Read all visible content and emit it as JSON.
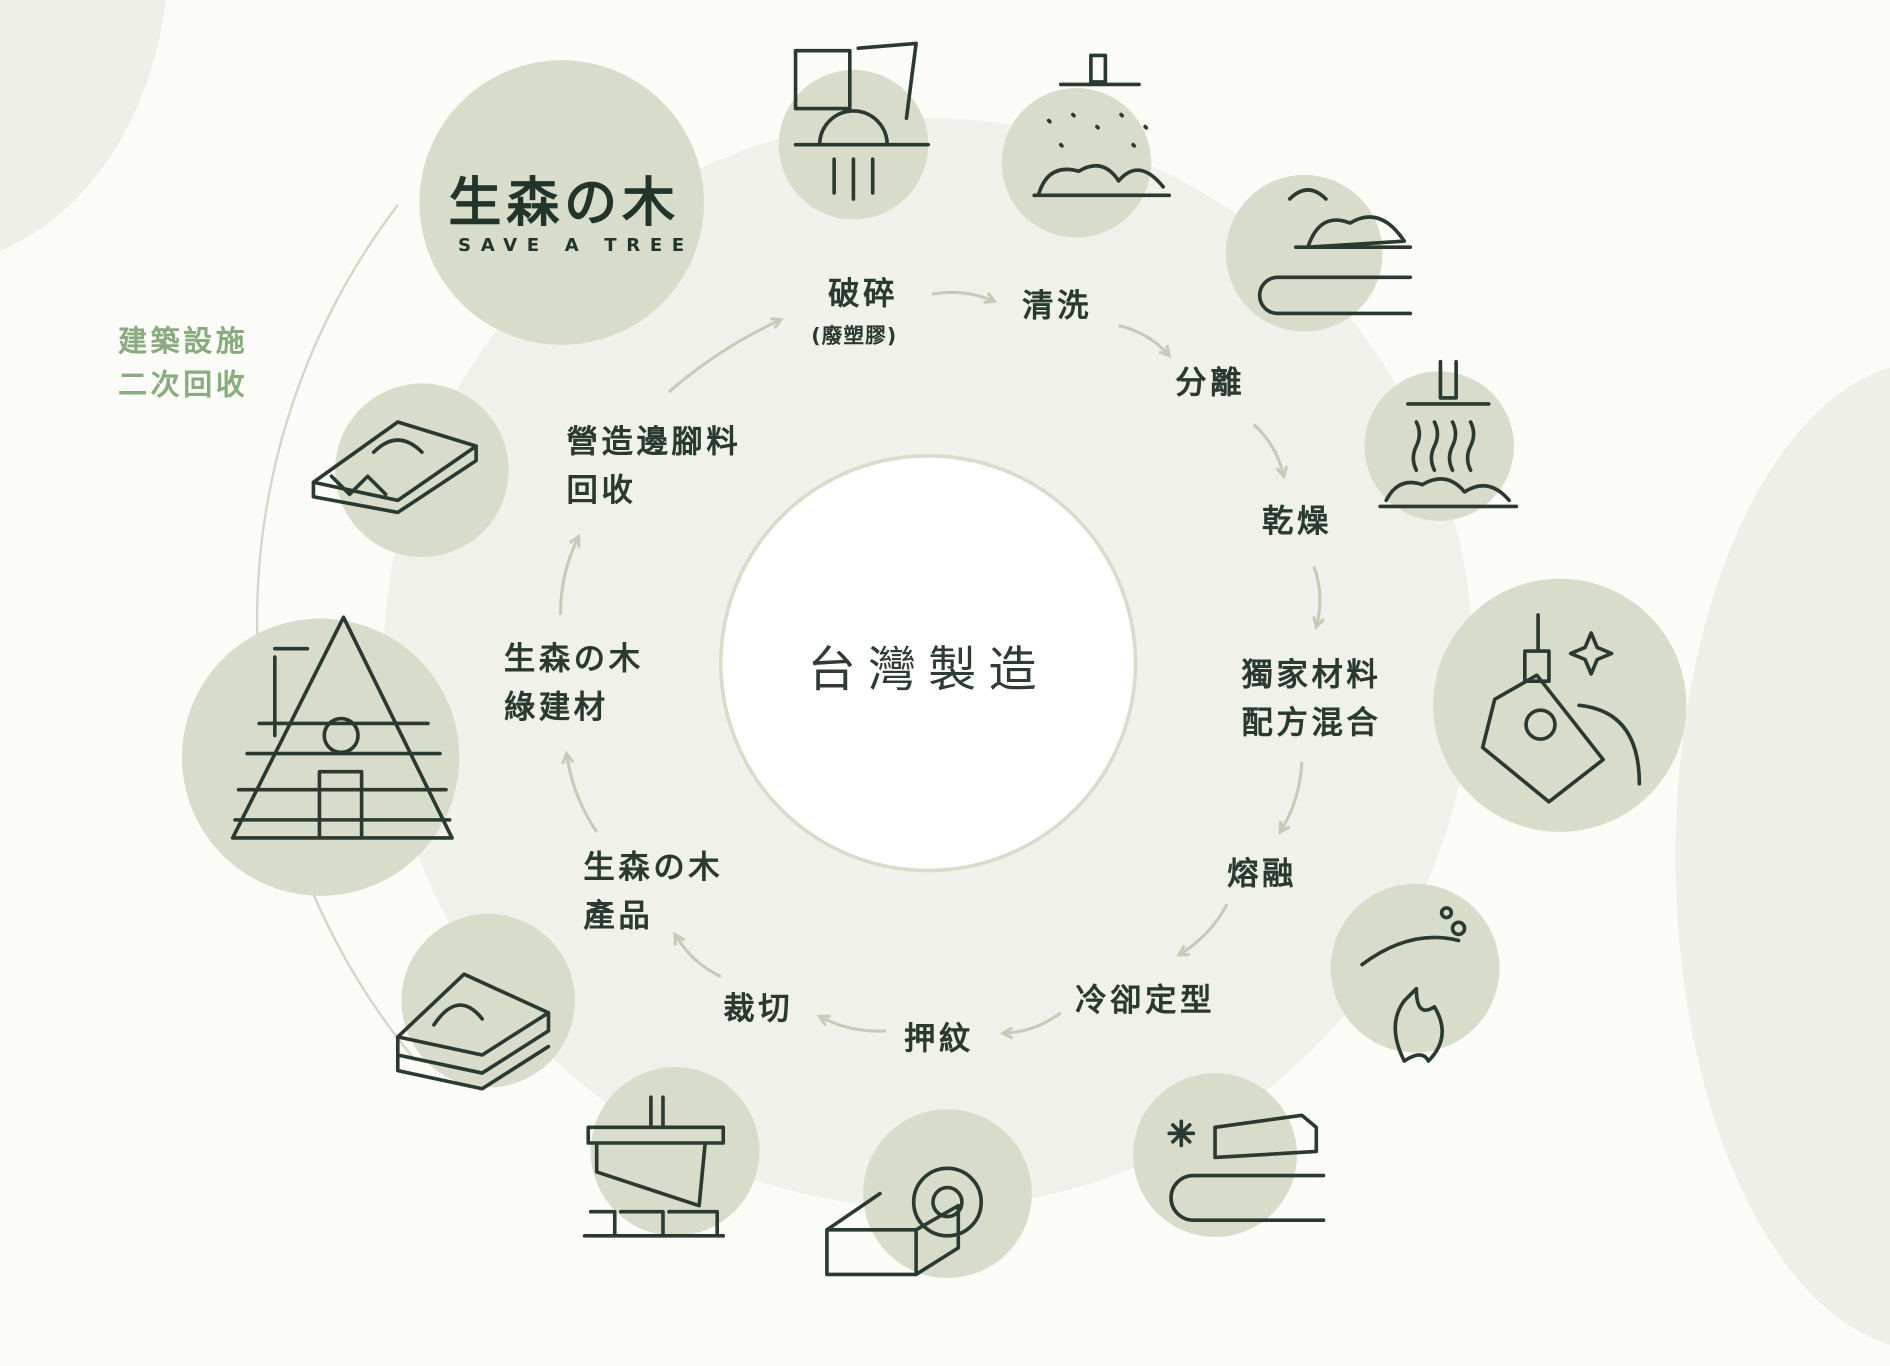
{
  "logo": {
    "name": "生森の木",
    "tagline": "SAVE A TREE"
  },
  "center_label": "台灣製造",
  "side_note": {
    "line1": "建築設施",
    "line2": "二次回收"
  },
  "steps": [
    {
      "label": "破碎",
      "sub": "(廢塑膠)"
    },
    {
      "label": "清洗"
    },
    {
      "label": "分離"
    },
    {
      "label": "乾燥"
    },
    {
      "line1": "獨家材料",
      "line2": "配方混合"
    },
    {
      "label": "熔融"
    },
    {
      "label": "冷卻定型"
    },
    {
      "label": "押紋"
    },
    {
      "label": "裁切"
    },
    {
      "line1": "生森の木",
      "line2": "產品"
    },
    {
      "line1": "生森の木",
      "line2": "綠建材"
    },
    {
      "line1": "營造邊腳料",
      "line2": "回收"
    }
  ],
  "colors": {
    "ring": "#eff1ea",
    "icon_bg": "#d7dccb",
    "ink": "#2a3a31",
    "accent": "#8aab7f",
    "arrow": "#c5cbb8"
  }
}
